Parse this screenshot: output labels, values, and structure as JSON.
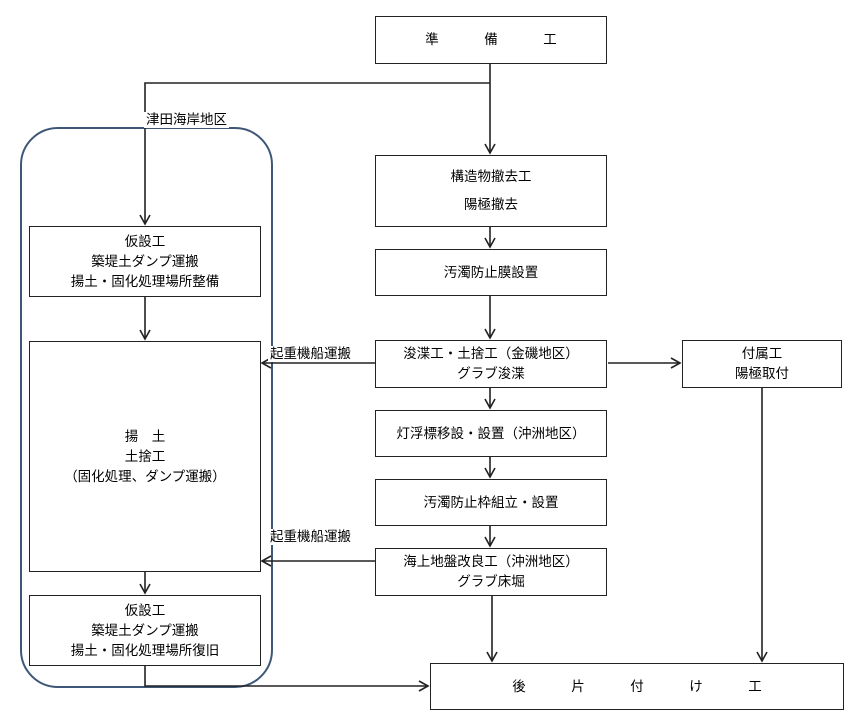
{
  "nodes": {
    "preparation": "準　備　工",
    "structure_removal": [
      "構造物撤去工",
      "陽極撤去"
    ],
    "silt_fence": "汚濁防止膜設置",
    "dredging": [
      "浚渫工・土捨工（金磯地区）",
      "グラブ浚渫"
    ],
    "accessory": [
      "付属工",
      "陽極取付"
    ],
    "buoy": "灯浮標移設・設置（沖洲地区）",
    "silt_frame": "汚濁防止枠組立・設置",
    "ground_improvement": [
      "海上地盤改良工（沖洲地区）",
      "グラブ床堀"
    ],
    "cleanup": "後　片　付　け　工",
    "temp_works_1": [
      "仮設工",
      "築堤土ダンプ運搬",
      "揚土・固化処理場所整備"
    ],
    "unloading": [
      "揚　土",
      "土捨工",
      "（固化処理、ダンプ運搬）"
    ],
    "temp_works_2": [
      "仮設工",
      "築堤土ダンプ運搬",
      "揚土・固化処理場所復旧"
    ]
  },
  "labels": {
    "region": "津田海岸地区",
    "crane_transport_1": "起重機船運搬",
    "crane_transport_2": "起重機船運搬"
  },
  "colors": {
    "region_border": "#3e5778",
    "line": "#222222"
  }
}
